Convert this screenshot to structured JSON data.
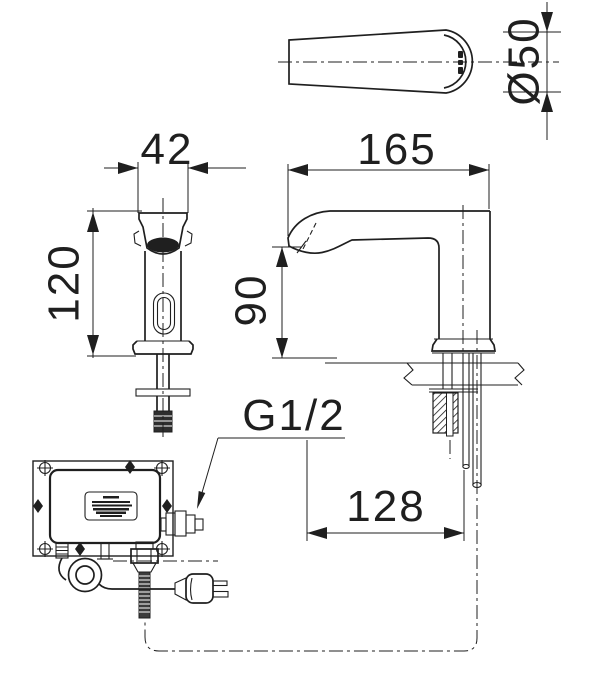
{
  "drawing": {
    "type": "faucet installation technical drawing",
    "palette": {
      "ink": "#1f1f1f",
      "paper": "#ffffff"
    }
  },
  "dimensions": {
    "spout_diameter": "Ø50",
    "spout_width": "42",
    "body_height": "120",
    "spout_reach": "165",
    "outlet_height": "90",
    "supply_offset": "128",
    "inlet_thread": "G1/2"
  }
}
